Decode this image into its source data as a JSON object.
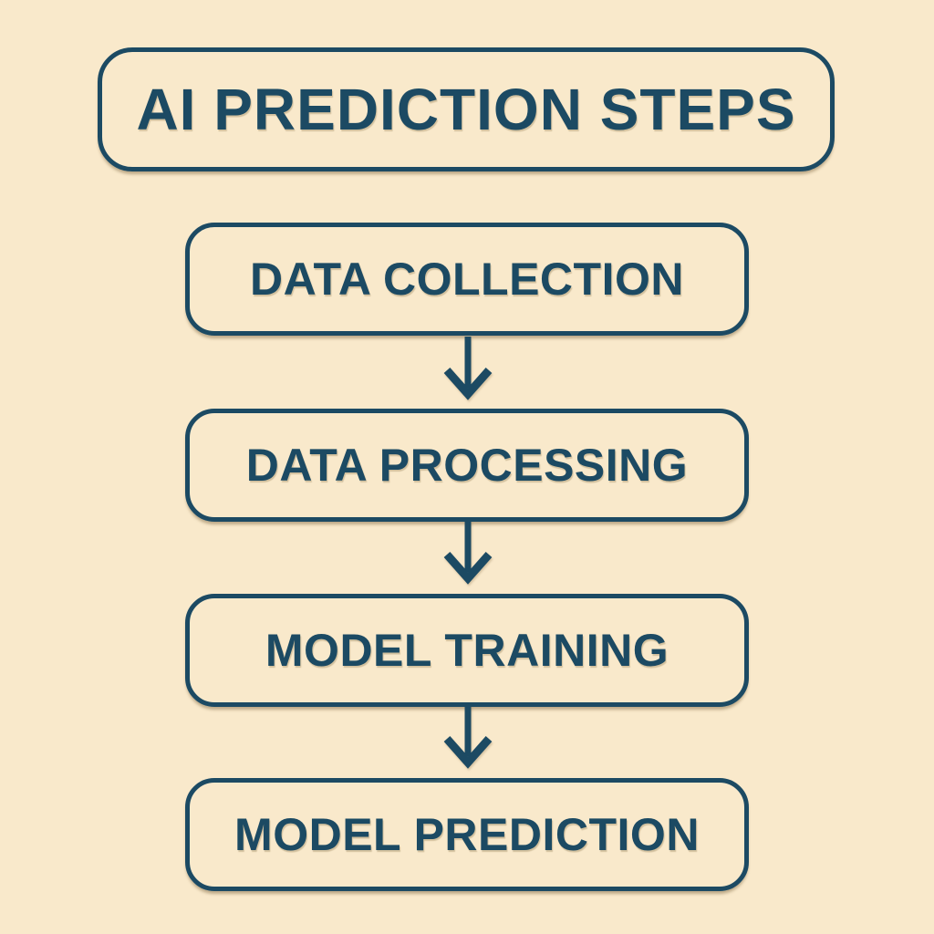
{
  "page": {
    "background_color": "#F9E9CB",
    "accent_color": "#1C4A63"
  },
  "diagram": {
    "title": "AI PREDICTION STEPS",
    "steps": [
      {
        "label": "DATA COLLECTION"
      },
      {
        "label": "DATA PROCESSING"
      },
      {
        "label": "MODEL TRAINING"
      },
      {
        "label": "MODEL PREDICTION"
      }
    ],
    "connector": "arrow-down"
  }
}
